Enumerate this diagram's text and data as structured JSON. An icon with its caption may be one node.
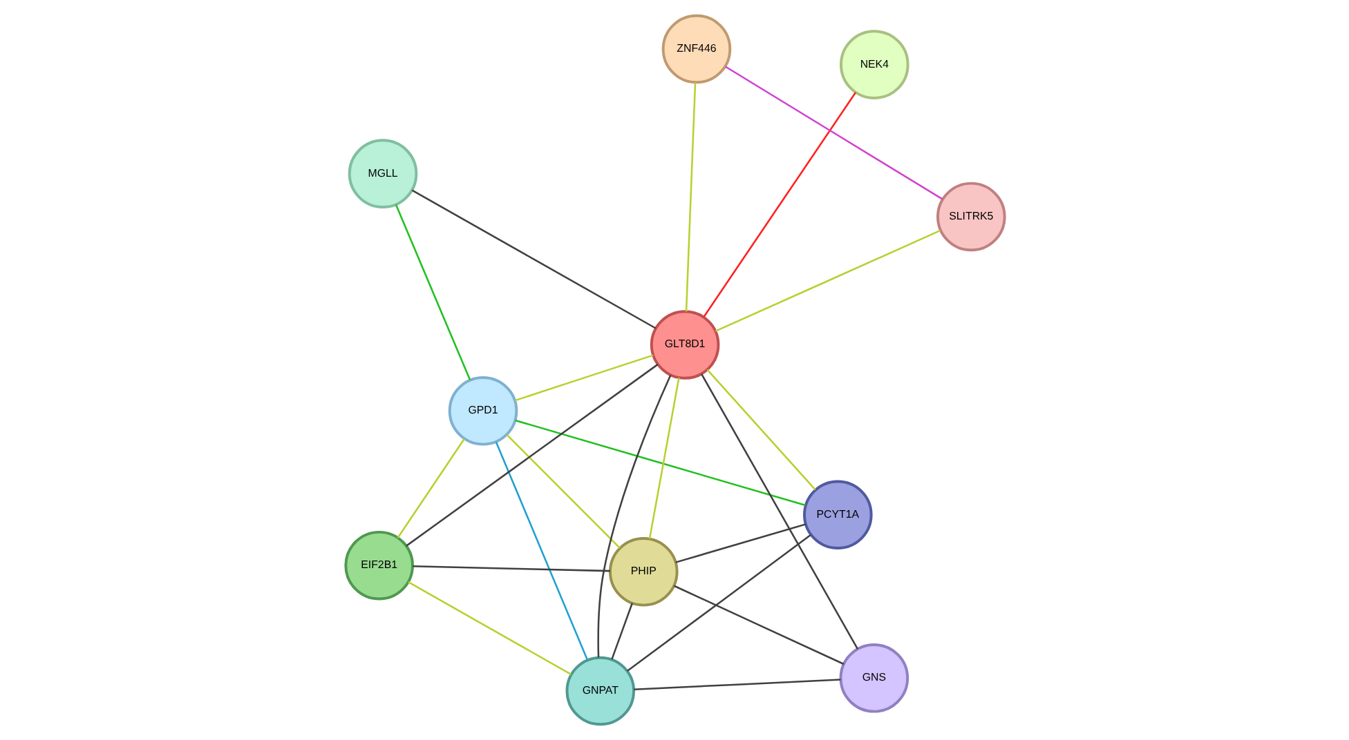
{
  "diagram": {
    "nodes": [
      {
        "text": [
          "MGLL"
        ]
      },
      {
        "text": [
          "NEK4"
        ]
      },
      {
        "text": [
          "GPD1"
        ]
      },
      {
        "text": [
          "GLT8D1"
        ]
      },
      {
        "text": [
          "PCYT1A"
        ]
      },
      {
        "text": [
          "ZNF446"
        ]
      },
      {
        "text": [
          "GNPAT"
        ]
      },
      {
        "text": [
          "PHIP"
        ]
      },
      {
        "text": [
          "EIF2B1"
        ]
      },
      {
        "text": [
          "SLITRK5"
        ]
      },
      {
        "text": [
          "GNS"
        ]
      }
    ],
    "edges": [
      {
        "from": 0,
        "to": 2,
        "arrow": "none",
        "color": "#20c020"
      },
      {
        "from": 0,
        "to": 3,
        "arrow": "none",
        "color": "#404040"
      },
      {
        "from": 1,
        "to": 3,
        "arrow": "none",
        "color": "#ff2020"
      },
      {
        "from": 2,
        "to": 3,
        "arrow": "none",
        "color": "#b8d030"
      },
      {
        "from": 2,
        "to": 4,
        "arrow": "none",
        "color": "#20c020"
      },
      {
        "from": 2,
        "to": 6,
        "arrow": "none",
        "color": "#20a0d0"
      },
      {
        "from": 2,
        "to": 7,
        "arrow": "none",
        "color": "#b8d030"
      },
      {
        "from": 2,
        "to": 8,
        "arrow": "none",
        "color": "#b8d030"
      },
      {
        "from": 4,
        "to": 3,
        "arrow": "none",
        "color": "#b8d030"
      },
      {
        "from": 4,
        "to": 6,
        "arrow": "none",
        "color": "#404040"
      },
      {
        "from": 4,
        "to": 7,
        "arrow": "none",
        "color": "#404040"
      },
      {
        "from": 3,
        "to": 5,
        "arrow": "none",
        "color": "#b8d030"
      },
      {
        "from": 3,
        "to": 9,
        "arrow": "none",
        "color": "#b8d030"
      },
      {
        "from": 3,
        "to": 6,
        "arrow": "none",
        "color": "#404040"
      },
      {
        "from": 3,
        "to": 7,
        "arrow": "none",
        "color": "#b8d030"
      },
      {
        "from": 3,
        "to": 8,
        "arrow": "none",
        "color": "#404040"
      },
      {
        "from": 3,
        "to": 10,
        "arrow": "none",
        "color": "#404040"
      },
      {
        "from": 5,
        "to": 9,
        "arrow": "none",
        "color": "#d040d0"
      },
      {
        "from": 6,
        "to": 7,
        "arrow": "none",
        "color": "#404040"
      },
      {
        "from": 6,
        "to": 8,
        "arrow": "none",
        "color": "#b8d030"
      },
      {
        "from": 7,
        "to": 8,
        "arrow": "none",
        "color": "#404040"
      },
      {
        "from": 6,
        "to": 10,
        "arrow": "none",
        "color": "#404040"
      },
      {
        "from": 7,
        "to": 10,
        "arrow": "none",
        "color": "#404040"
      }
    ]
  }
}
